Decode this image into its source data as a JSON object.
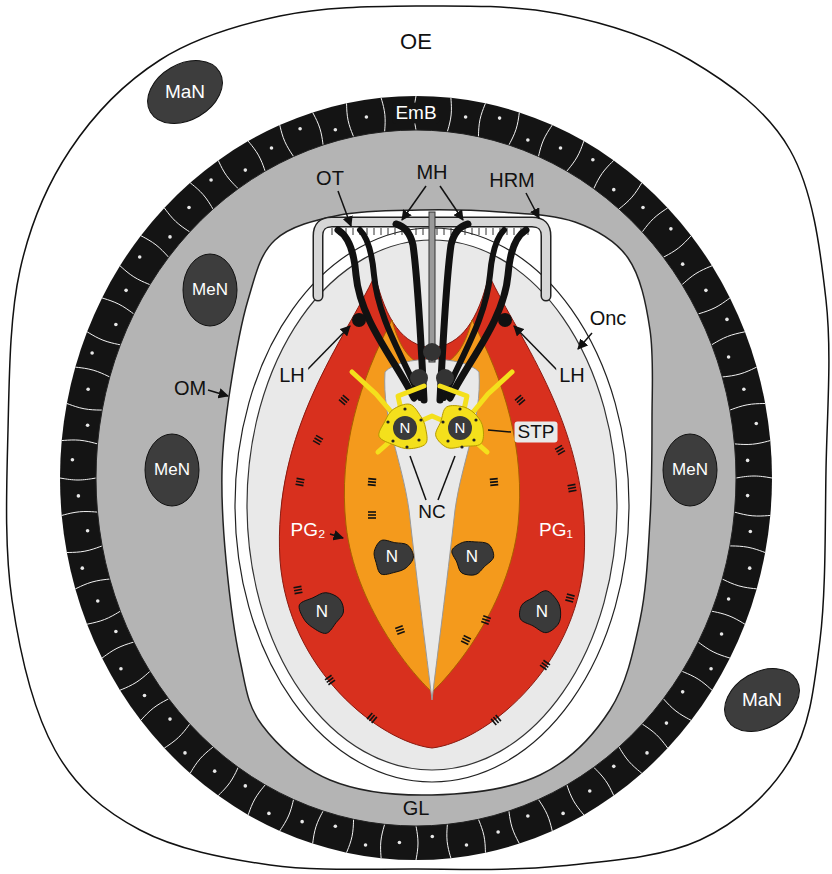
{
  "diagram": {
    "labels": [
      "OE",
      "MaN",
      "EmB",
      "MH",
      "OT",
      "HRM",
      "MeN",
      "LH",
      "LH",
      "Onc",
      "OM",
      "STP",
      "MeN",
      "MeN",
      "N",
      "N",
      "NC",
      "PG₂",
      "PG₁",
      "N",
      "N",
      "N",
      "N",
      "MaN",
      "GL"
    ]
  }
}
